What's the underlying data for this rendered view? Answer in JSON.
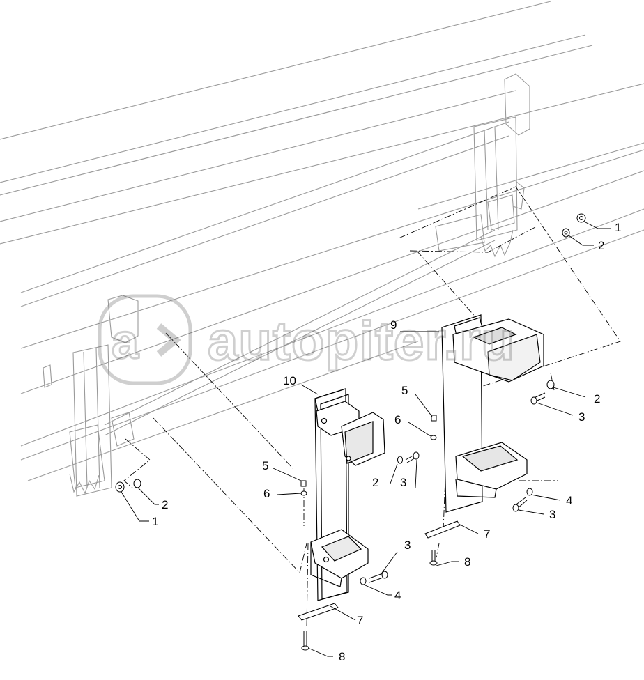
{
  "watermark": {
    "text": "autopiter.ru"
  },
  "callouts": {
    "r1": "1",
    "r2": "2",
    "l2": "2",
    "l1": "1",
    "p9": "9",
    "p10": "10",
    "c5a": "5",
    "c6a": "6",
    "c2a": "2",
    "c3a": "3",
    "c5b": "5",
    "c6b": "6",
    "c3b": "3",
    "c4a": "4",
    "c7a": "7",
    "c8a": "8",
    "c2b": "2",
    "c3c": "3",
    "c4b": "4",
    "c3d": "3",
    "c7b": "7",
    "c8b": "8"
  },
  "colors": {
    "line": "#000000",
    "frame": "#9a9a9a",
    "part_fill": "#ffffff",
    "shade": "#d8d8d8"
  }
}
